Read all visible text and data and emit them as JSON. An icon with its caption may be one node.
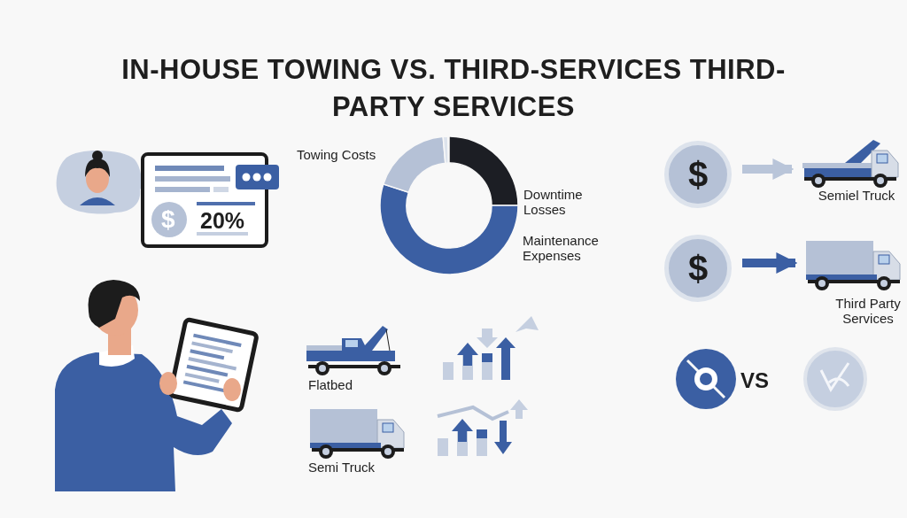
{
  "diagram": {
    "title": "IN-HOUSE TOWING VS. THIRD-SERVICES THIRD-PARTY SERVICES",
    "nodes": [
      {
        "text": [
          "$"
        ]
      },
      {
        "text": [],
        "shape": "picture",
        "beside": [
          "Semiel Truck"
        ]
      },
      {
        "text": [
          "$"
        ]
      },
      {
        "text": [],
        "shape": "picture",
        "beside": [
          "Third Party Services"
        ]
      }
    ],
    "edges": [
      {
        "from": 0,
        "to": 1,
        "arrow": "to",
        "color": "#b9c5d9"
      },
      {
        "from": 2,
        "to": 3,
        "arrow": "to",
        "color": "#3b5fa3"
      }
    ],
    "labels": [
      "$",
      "20%",
      "Towing Costs",
      "Downtime Losses",
      "Maintenance Expenses",
      "Flatbed",
      "Semi Truck",
      "VS"
    ]
  }
}
